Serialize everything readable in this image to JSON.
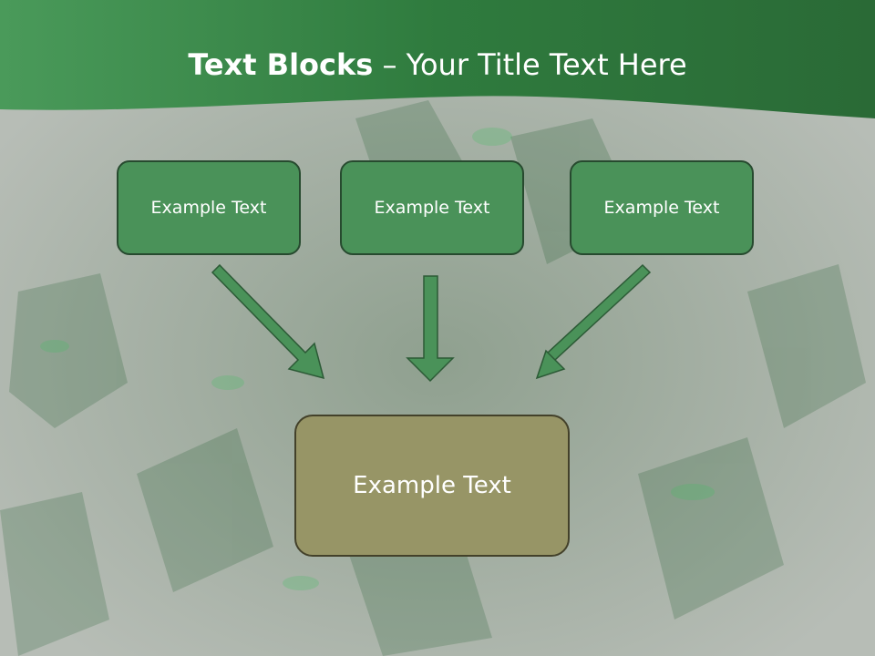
{
  "title": {
    "bold": "Text Blocks",
    "dash": " – ",
    "rest": "Your Title Text Here"
  },
  "diagram": {
    "top_boxes": [
      {
        "label": "Example Text"
      },
      {
        "label": "Example Text"
      },
      {
        "label": "Example Text"
      }
    ],
    "bottom_box": {
      "label": "Example Text"
    }
  },
  "colors": {
    "header_green": "#2f7a3f",
    "box_green": "#4a9259",
    "box_olive": "#979566",
    "arrow_green": "#4a9259"
  }
}
